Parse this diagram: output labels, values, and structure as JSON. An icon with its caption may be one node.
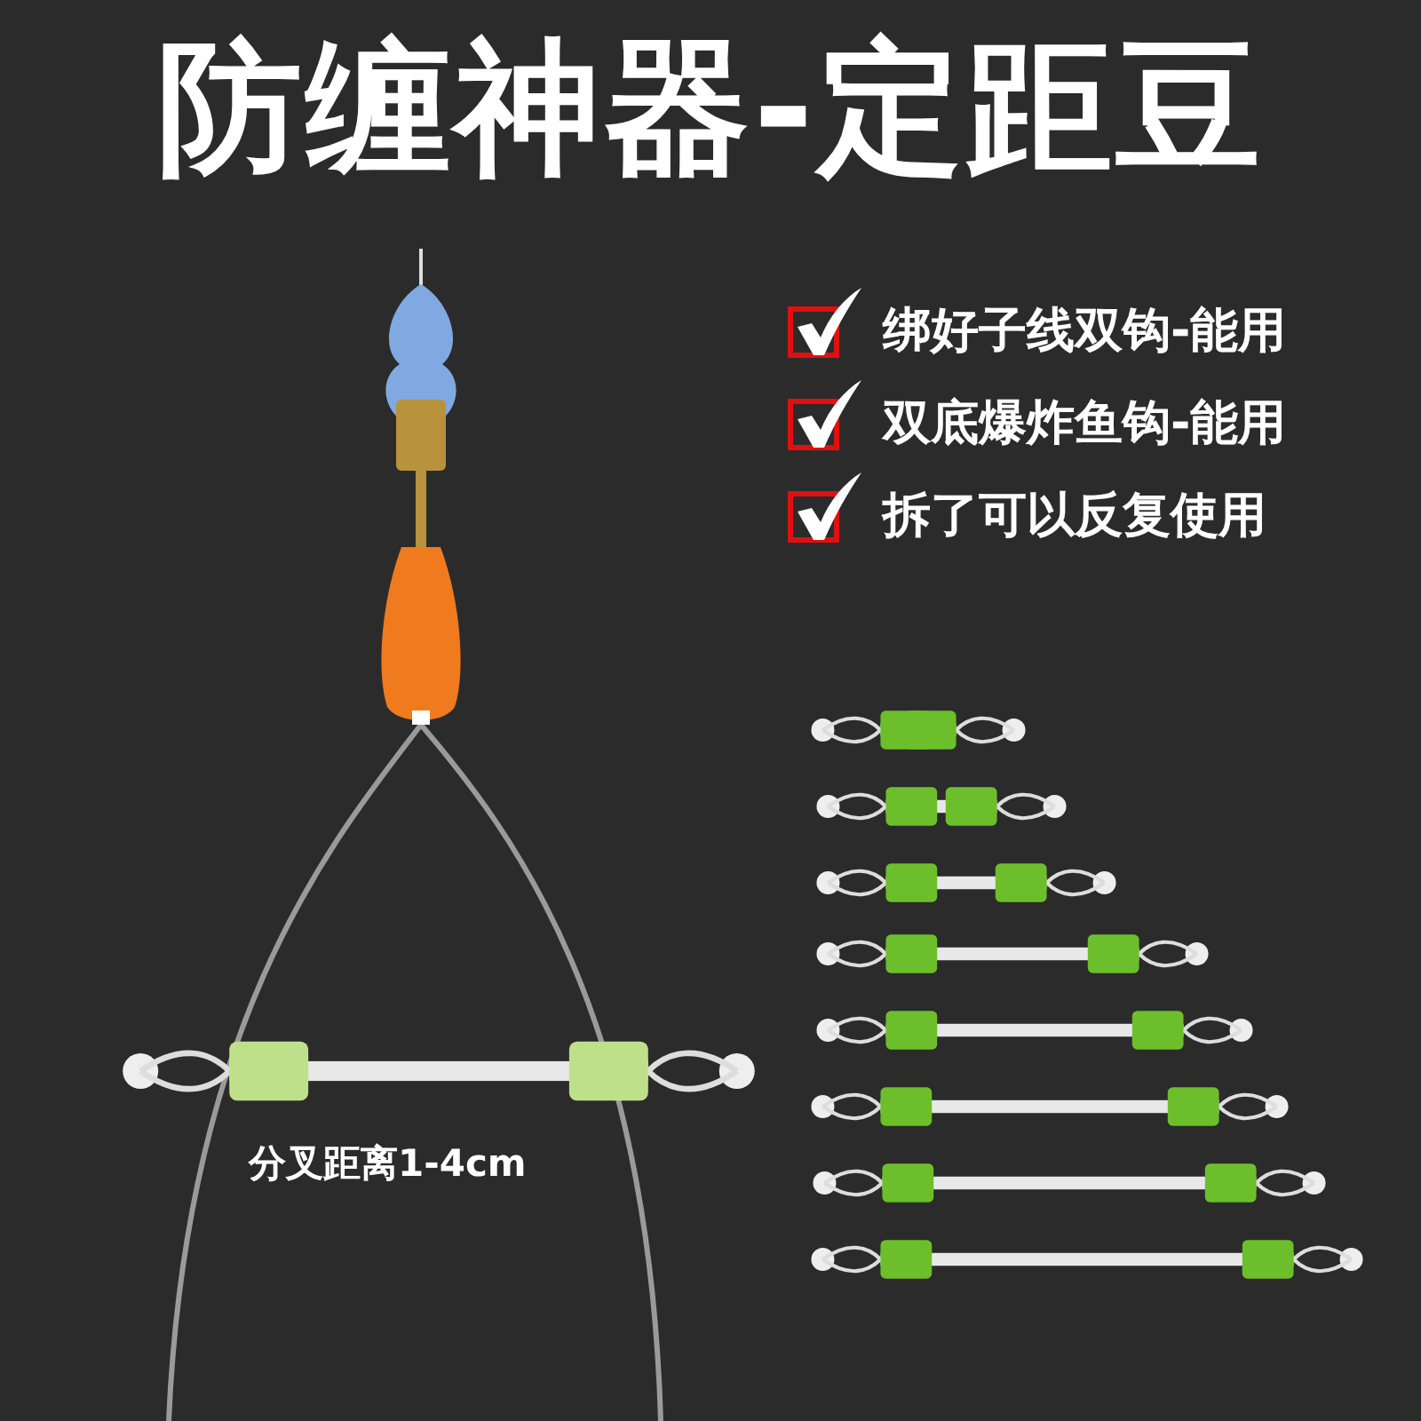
{
  "diagram": {
    "title": "防缠神器-定距豆",
    "labels": [
      "绑好子线双钩-能用",
      "双底爆炸鱼钩-能用",
      "拆了可以反复使用",
      "分叉距离1-4cm"
    ]
  }
}
